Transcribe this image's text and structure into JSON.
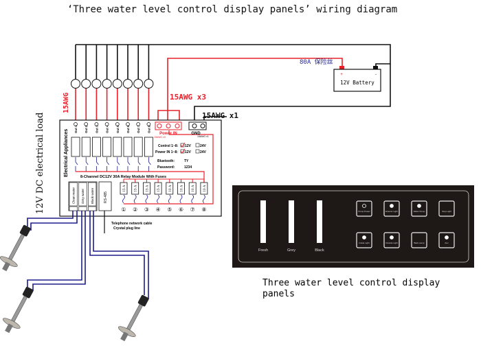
{
  "title": "‘Three water level control display panels’ wiring diagram",
  "load_label": "12V DC electrical load",
  "wire_labels": {
    "load_wire": "15AWG",
    "power_wire": "15AWG x3",
    "gnd_wire": "15AWG x1"
  },
  "fuse_label": "80A 保险丝",
  "battery": {
    "label": "12V Battery",
    "plus": "+",
    "minus": "-"
  },
  "module": {
    "side_label": "Electrical Appliances",
    "outputs": [
      "Out 1",
      "Out 2",
      "Out 3",
      "Out 4",
      "Out 5",
      "Out 6",
      "Out 7",
      "Out 8"
    ],
    "power_in": "Power IN",
    "power_in_sub": "15AWG x3",
    "gnd": "GND",
    "gnd_sub": "15AWG x1",
    "control_line": "Control 1~8:",
    "power_line": "Power IN 1~8:",
    "opt_12v": "12V",
    "opt_24v": "24V",
    "bluetooth_label": "Bluetooth:",
    "bluetooth_value": "TY",
    "password_label": "Password:",
    "password_value": "1234",
    "name": "8-Channel DC12V 30A  Relay Module With Fuses",
    "fuses": [
      "15 A",
      "15 A",
      "15 A",
      "15 A",
      "10 A",
      "10 A",
      "10 A",
      "10 A"
    ],
    "fuse_numbers": [
      "①",
      "②",
      "③",
      "④",
      "⑤",
      "⑥",
      "⑦",
      "⑧"
    ],
    "sensor_ports": [
      "Clean water",
      "Grey water",
      "Black water"
    ],
    "rs485": "RS-485",
    "cable_note_1": "Telephone network cable",
    "cable_note_2": "Crystal plug line"
  },
  "panel": {
    "tanks": [
      "Fresh",
      "Grey",
      "Black"
    ],
    "buttons": [
      {
        "icon": "power-icon",
        "label": "Pump Power"
      },
      {
        "icon": "sun-icon",
        "label": "Exterior Light"
      },
      {
        "icon": "drop-icon",
        "label": "Water Pump"
      },
      {
        "icon": "none",
        "label": "Step Light"
      },
      {
        "icon": "bulb-icon",
        "label": "Inside Light"
      },
      {
        "icon": "lamp-icon",
        "label": "Outside Light"
      },
      {
        "icon": "none",
        "label": "Back Lamp"
      },
      {
        "icon": "pen-icon",
        "label": "Aux"
      }
    ],
    "caption_1": "Three water level control display",
    "caption_2": "panels"
  },
  "colors": {
    "red_wire": "#e8202a",
    "black_wire": "#111111",
    "blue_wire": "#1c1c8c",
    "panel_bg": "#1e1816",
    "label_blue": "#2a2a9a"
  }
}
